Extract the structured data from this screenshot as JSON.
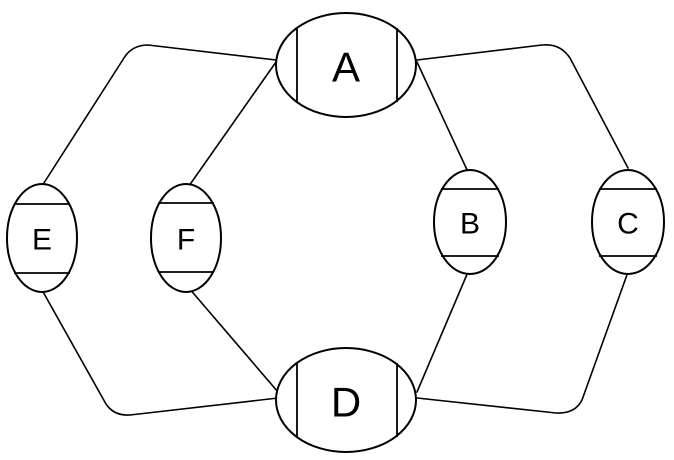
{
  "diagram": {
    "nodes": {
      "A": {
        "label": "A"
      },
      "B": {
        "label": "B"
      },
      "C": {
        "label": "C"
      },
      "D": {
        "label": "D"
      },
      "E": {
        "label": "E"
      },
      "F": {
        "label": "F"
      }
    },
    "edges": [
      {
        "from": "A",
        "to": "E"
      },
      {
        "from": "A",
        "to": "F"
      },
      {
        "from": "A",
        "to": "B"
      },
      {
        "from": "A",
        "to": "C"
      },
      {
        "from": "E",
        "to": "D"
      },
      {
        "from": "F",
        "to": "D"
      },
      {
        "from": "B",
        "to": "D"
      },
      {
        "from": "C",
        "to": "D"
      }
    ]
  }
}
